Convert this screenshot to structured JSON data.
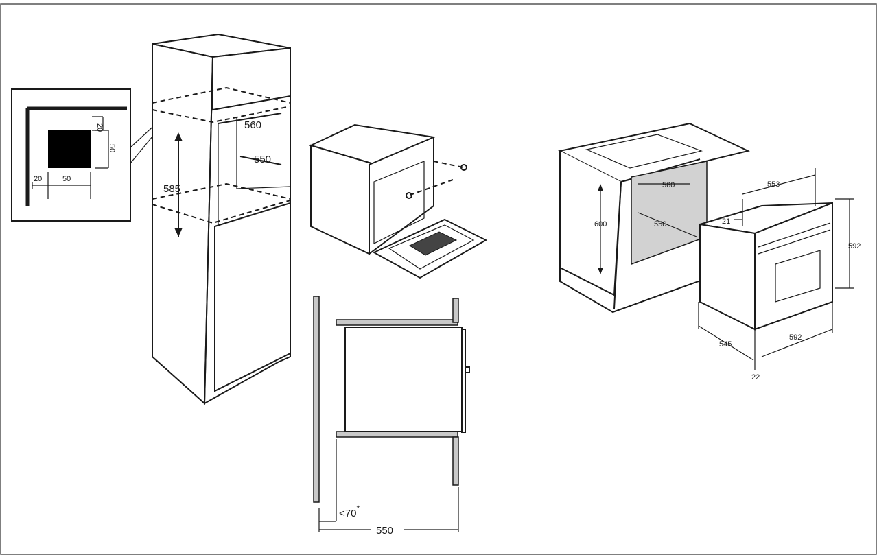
{
  "detail_view": {
    "labels": {
      "top_offset": "20",
      "height": "50",
      "left_offset": "20",
      "width": "50"
    }
  },
  "tall_cabinet": {
    "labels": {
      "width": "560",
      "depth": "550",
      "height": "585"
    }
  },
  "side_section": {
    "labels": {
      "gap": "<70",
      "gap_note": "*",
      "depth": "550"
    }
  },
  "under_counter": {
    "labels": {
      "niche_width": "560",
      "niche_depth": "550",
      "niche_height": "600",
      "oven_width_top": "553",
      "oven_front_height": "592",
      "oven_panel_offset": "21",
      "oven_depth": "545",
      "oven_width": "592",
      "door_depth": "22"
    }
  },
  "colors": {
    "line": "#1a1a1a",
    "fill_grey": "#c9c9c9",
    "background": "#ffffff"
  }
}
